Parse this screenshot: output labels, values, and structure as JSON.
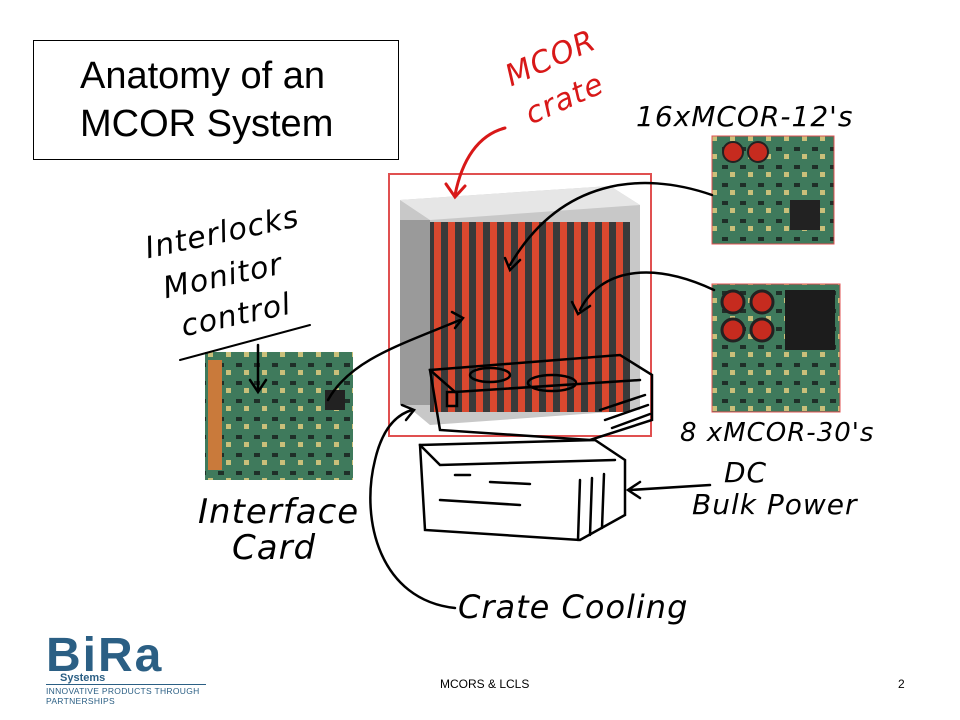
{
  "slide": {
    "title_line1": "Anatomy of an",
    "title_line2": "MCOR System",
    "footer_center": "MCORS & LCLS",
    "page_number": "2"
  },
  "annotations": {
    "crate_line1": "MCOR",
    "crate_line2": "crate",
    "mcor12": "16xMCOR-12's",
    "mcor30": "8 xMCOR-30's",
    "interlocks_line1": "Interlocks",
    "interlocks_line2": "Monitor",
    "interlocks_line3": "control",
    "interface_line1": "Interface",
    "interface_line2": "Card",
    "dc_line1": "DC",
    "dc_line2": "Bulk Power",
    "cooling": "Crate Cooling"
  },
  "logo": {
    "name": "BiRa",
    "sub": "Systems",
    "tagline": "INNOVATIVE PRODUCTS THROUGH PARTNERSHIPS"
  },
  "colors": {
    "ink_red": "#d81818",
    "logo_blue": "#2b5f84",
    "crate_frame": "#e05050"
  }
}
